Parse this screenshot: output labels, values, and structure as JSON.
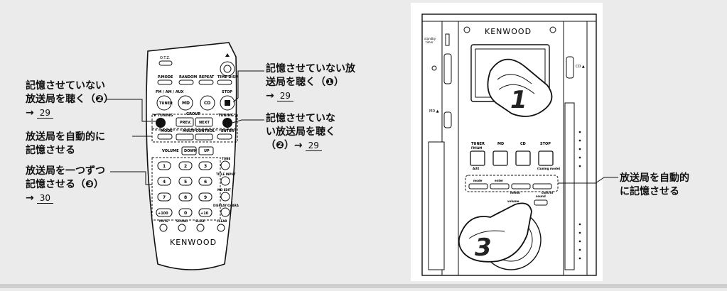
{
  "callouts": {
    "left_top": {
      "line1": "記憶させていない",
      "line2": "放送局を聴く（❷）",
      "arrow": "→",
      "page": "29"
    },
    "left_mid": {
      "line1": "放送局を自動的に",
      "line2": "記憶させる"
    },
    "left_bot": {
      "line1": "放送局を一つずつ",
      "line2": "記憶させる（❸）",
      "arrow": "→",
      "page": "30"
    },
    "center_top": {
      "line1": "記憶させていない放",
      "line2": "送局を聴く（❶）",
      "arrow": "→",
      "page": "29"
    },
    "center_mid": {
      "line1": "記憶させていな",
      "line2": "い放送局を聴く",
      "line3": "（❷）",
      "arrow": "→",
      "page": "29"
    },
    "right": {
      "line1": "放送局を自動的",
      "line2": "に記憶させる"
    }
  },
  "remote": {
    "brand": "KENWOOD",
    "keys": {
      "otz": "O.T.Z.",
      "pmode": "P.MODE",
      "random": "RANDOM",
      "repeat": "REPEAT",
      "timedisp": "TIME DISP.",
      "fmamaux": "FM / AM / AUX",
      "tuner": "TUNER",
      "md": "MD",
      "cd": "CD",
      "stop": "STOP",
      "tuning_left": "▼ TUNING",
      "tuning_right": "TUNING ▲",
      "group": "GROUP",
      "prev": "PREV.",
      "next": "NEXT",
      "mode": "MODE",
      "multi": "MULTI CONTROL",
      "enter": "ENTER",
      "volume": "VOLUME",
      "down": "DOWN",
      "up": "UP",
      "tone": "TONE",
      "title_input": "TITLE INPUT",
      "md_edit": "MD EDIT",
      "display_char": "DISPLAY/CHARA",
      "mute": "MUTE",
      "sound": "SOUND",
      "sleep": "SLEEP",
      "clear": "CLEAR",
      "n1": "1",
      "n2": "2",
      "n3": "3",
      "n4": "4",
      "n5": "5",
      "n6": "6",
      "n7": "7",
      "n8": "8",
      "n9": "9",
      "n0": "0",
      "p100": "+100",
      "p10": "+10"
    }
  },
  "unit": {
    "brand": "KENWOOD",
    "standby": "standby",
    "timer": "timer",
    "md_eject": "MD ▲",
    "cd_eject": "CD ▲",
    "tuner": "TUNER",
    "tuner_sub": "FM/AM",
    "aux": "AUX",
    "md": "MD",
    "cd": "CD",
    "stop": "STOP",
    "tuning_mode": "(tuning mode)",
    "mode": "mode",
    "enter": "enter",
    "memo": "memo",
    "control": "control",
    "sound": "sound",
    "volume": "volume",
    "step1": "1",
    "step3": "3"
  }
}
